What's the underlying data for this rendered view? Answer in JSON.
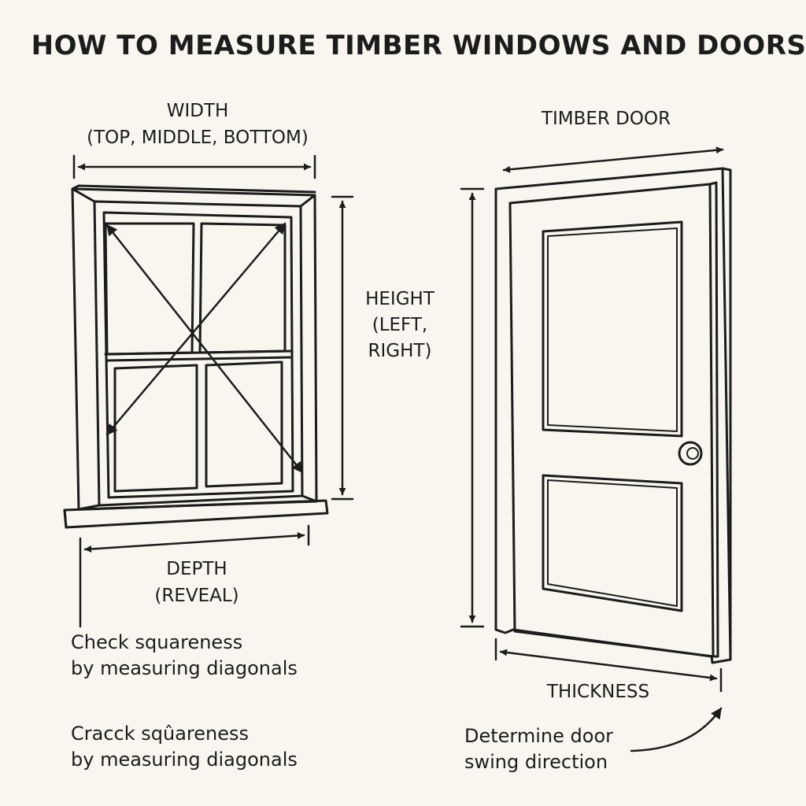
{
  "title": "HOW TO MEASURE TIMBER WINDOWS AND DOORS",
  "window": {
    "width_label": "WIDTH",
    "width_sub": "(TOP, MIDDLE, BOTTOM)",
    "height_label_1": "HEIGHT",
    "height_label_2": "(LEFT,",
    "height_label_3": "RIGHT)",
    "depth_label": "DEPTH",
    "depth_sub": "(REVEAL)"
  },
  "door": {
    "title": "TIMBER DOOR",
    "thickness_label": "THICKNESS",
    "swing_note_1": "Determine door",
    "swing_note_2": "swing direction"
  },
  "notes": {
    "check_1": "Check squareness",
    "check_2": "by measuring diagonals",
    "check_dup_1": "Craᴄᴄk sqûareness",
    "check_dup_2": "by measuring diagonals"
  },
  "colors": {
    "ink": "#1c1c1c",
    "paper": "#f8f6ef"
  }
}
